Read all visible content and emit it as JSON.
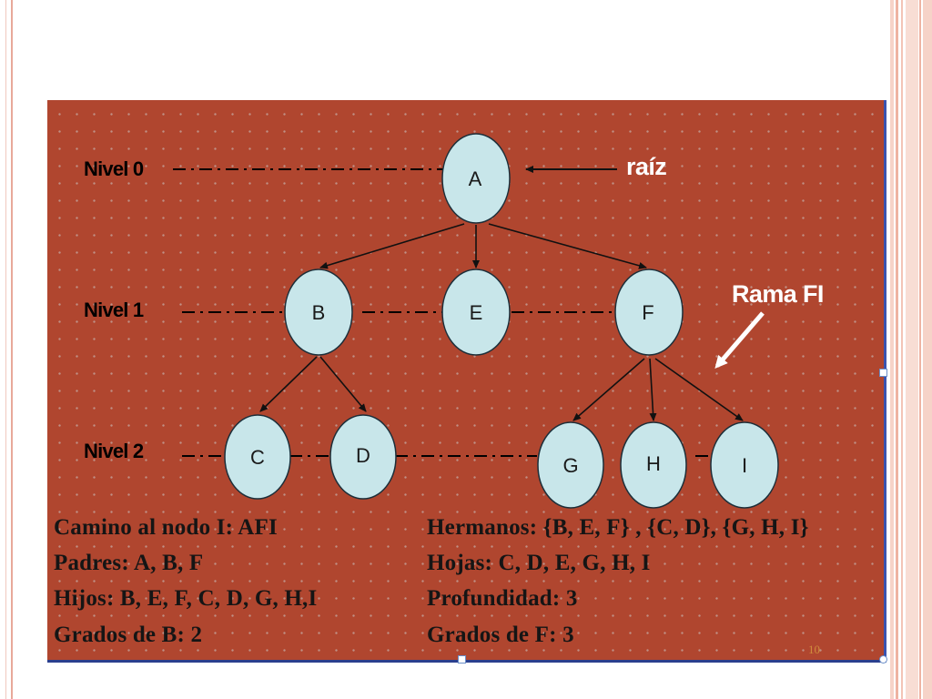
{
  "levels": [
    {
      "label": "Nivel 0"
    },
    {
      "label": "Nivel 1"
    },
    {
      "label": "Nivel 2"
    }
  ],
  "annotations": {
    "root": "raíz",
    "branch": "Rama FI"
  },
  "nodes": {
    "A": "A",
    "B": "B",
    "E": "E",
    "F": "F",
    "C": "C",
    "D": "D",
    "G": "G",
    "H": "H",
    "I": "I"
  },
  "info": {
    "path": "Camino al nodo I: AFI",
    "siblings": "Hermanos: {B, E, F} , {C, D}, {G, H, I}",
    "parents": "Padres: A, B, F",
    "leaves": "Hojas: C, D, E, G, H, I",
    "children": "Hijos: B, E, F, C, D, G, H,I",
    "depth": "Profundidad: 3",
    "degree_b": "Grados de B: 2",
    "degree_f": "Grados de F: 3"
  },
  "page_number": "10",
  "colors": {
    "frame_background": "#b0462f",
    "node_fill": "#c8e6ea",
    "frame_border": "#2b3f8e",
    "stripe_accent": "#f1b9a7"
  }
}
